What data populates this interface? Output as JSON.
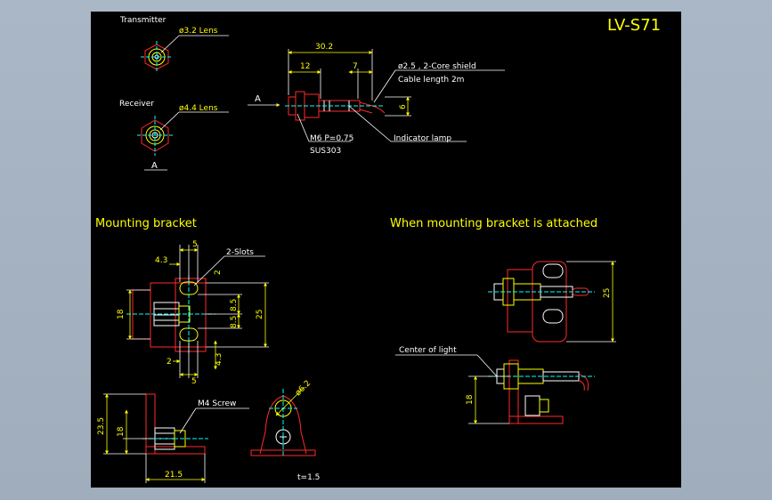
{
  "title": "LV-S71",
  "sensor": {
    "transmitter_label": "Transmitter",
    "transmitter_lens": "ø3.2 Lens",
    "receiver_label": "Receiver",
    "receiver_lens": "ø4.4 Lens",
    "section_marker": "A",
    "view_marker": "A",
    "dim_total": "30.2",
    "dim_12": "12",
    "dim_7": "7",
    "dim_6": "6",
    "cable_spec": "ø2.5 , 2-Core shield",
    "cable_length": "Cable length   2m",
    "thread": "M6 P=0.75",
    "material": "SUS303",
    "indicator": "Indicator lamp"
  },
  "bracket": {
    "heading": "Mounting bracket",
    "slots": "2-Slots",
    "dim_4_3_top": "4.3",
    "dim_5_top": "5",
    "dim_2_top": "2",
    "dim_18": "18",
    "dim_8_5_a": "8.5",
    "dim_8_5_b": "8.5",
    "dim_25": "25",
    "dim_4_3_bottom": "4.3",
    "dim_2_bottom": "2",
    "dim_5_bottom": "5",
    "dim_23_5": "23.5",
    "dim_18_side": "18",
    "screw": "M4 Screw",
    "dim_21_5": "21.5",
    "hole": "ø6.2",
    "thickness": "t=1.5"
  },
  "attached": {
    "heading": "When mounting bracket is attached",
    "dim_25": "25",
    "center_of_light": "Center of light",
    "dim_18": "18"
  }
}
